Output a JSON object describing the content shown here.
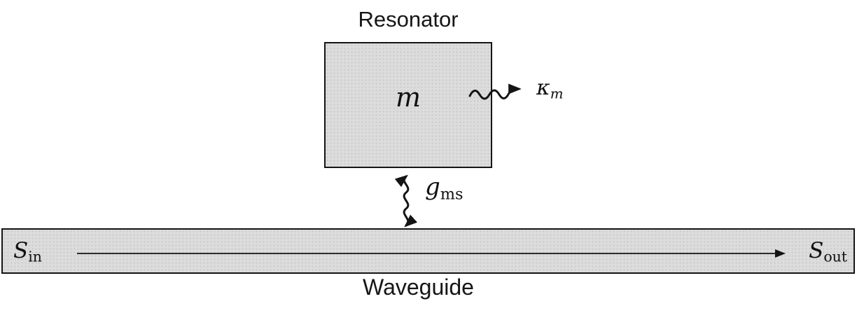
{
  "diagram": {
    "resonator": {
      "caption": "Resonator",
      "mode_label": "m"
    },
    "decay_arrow": {
      "label_base": "κ",
      "label_sub": "m",
      "meaning": "decay-rate-wavy-arrow"
    },
    "coupling_arrow": {
      "label_base": "g",
      "label_sub": "ms",
      "meaning": "waveguide-resonator-coupling-wavy-double-arrow"
    },
    "waveguide": {
      "caption": "Waveguide",
      "input_base": "S",
      "input_sub": "in",
      "output_base": "S",
      "output_sub": "out"
    },
    "colors": {
      "shape_fill": "#dcdcdc",
      "shape_border": "#141414",
      "ink": "#111111",
      "background": "#ffffff"
    }
  }
}
